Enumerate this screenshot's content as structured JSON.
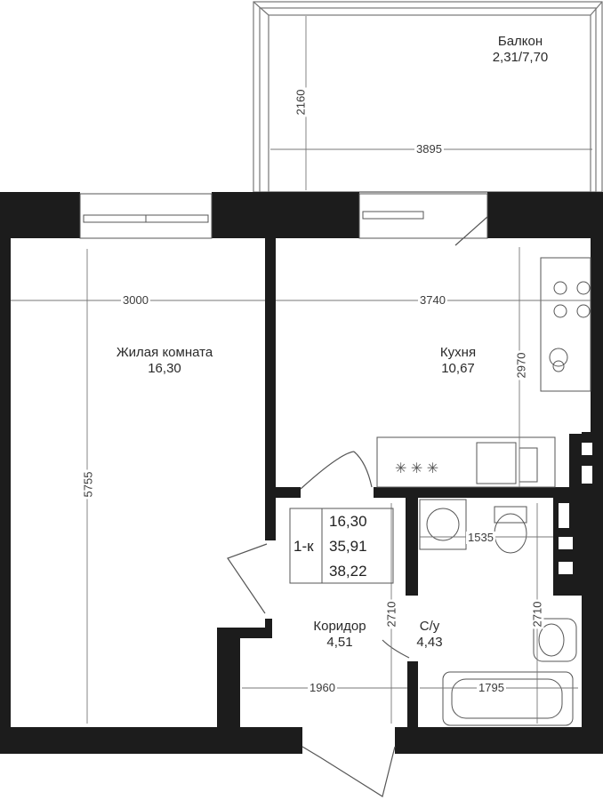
{
  "rooms": {
    "balcony": {
      "name": "Балкон",
      "area": "2,31/7,70"
    },
    "living": {
      "name": "Жилая комната",
      "area": "16,30"
    },
    "kitchen": {
      "name": "Кухня",
      "area": "10,67"
    },
    "corridor": {
      "name": "Коридор",
      "area": "4,51"
    },
    "bathroom": {
      "name": "С/у",
      "area": "4,43"
    }
  },
  "summary": {
    "type": "1-к",
    "living_area": "16,30",
    "total_area": "35,91",
    "total_with_balcony": "38,22"
  },
  "dimensions": {
    "balcony_depth": "2160",
    "balcony_width": "3895",
    "living_width": "3000",
    "kitchen_width": "3740",
    "kitchen_depth": "2970",
    "living_depth": "5755",
    "bath_top_width": "1535",
    "corridor_depth": "2710",
    "bath_depth": "2710",
    "corridor_width": "1960",
    "bath_width": "1795"
  },
  "colors": {
    "wall": "#1c1c1c",
    "line": "#6a6a6a",
    "background": "#ffffff"
  }
}
